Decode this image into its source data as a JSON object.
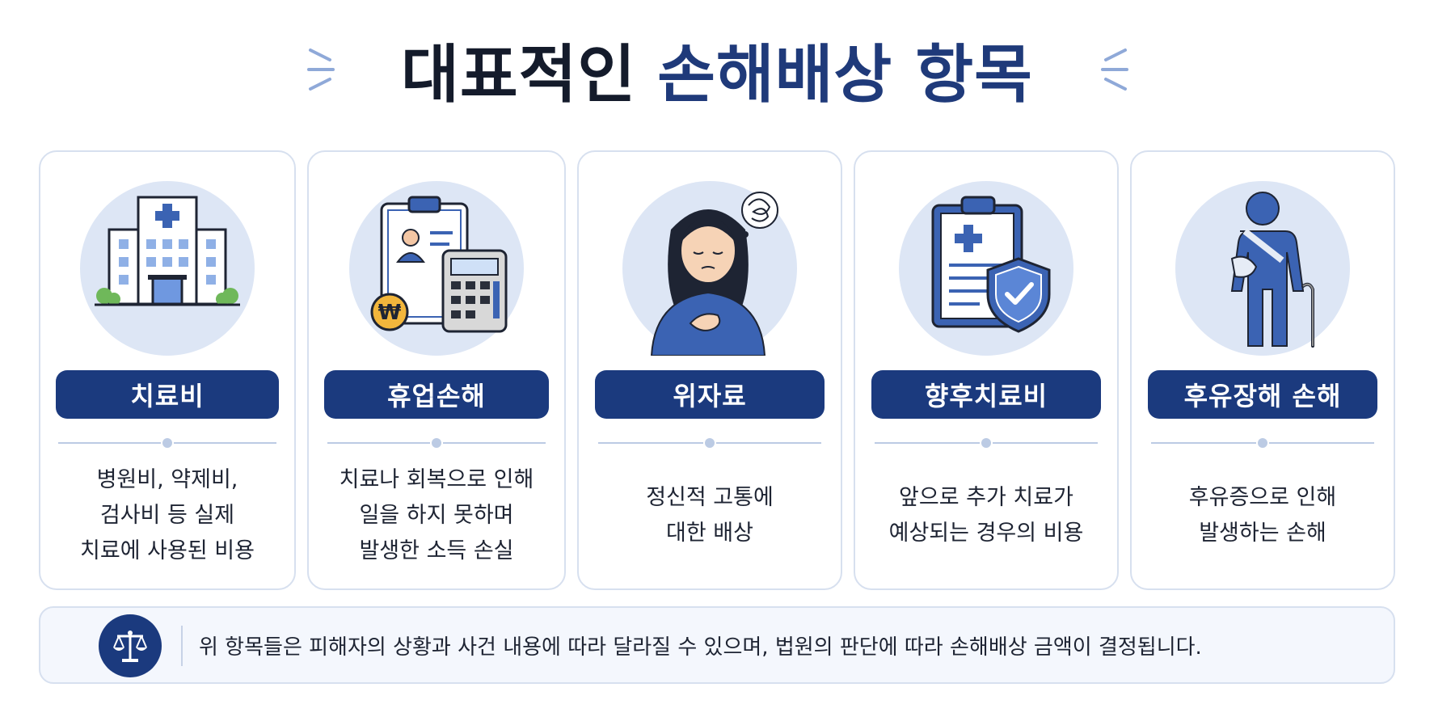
{
  "title": {
    "part1": "대표적인",
    "part2": "손해배상 항목"
  },
  "colors": {
    "accent": "#1b3a7e",
    "circle": "#dde6f5",
    "border": "#d7e0ef",
    "icon": "#3b63b3"
  },
  "cards": [
    {
      "label": "치료비",
      "description": "병원비, 약제비,\n검사비 등 실제\n치료에 사용된 비용",
      "icon": "hospital-icon"
    },
    {
      "label": "휴업손해",
      "description": "치료나 회복으로 인해\n일을 하지 못하며\n발생한 소득 손실",
      "icon": "clipboard-calculator-icon",
      "currency_symbol": "₩"
    },
    {
      "label": "위자료",
      "description": "정신적 고통에\n대한 배상",
      "icon": "distressed-woman-icon"
    },
    {
      "label": "향후치료비",
      "description": "앞으로 추가 치료가\n예상되는 경우의 비용",
      "icon": "medical-clipboard-shield-icon"
    },
    {
      "label": "후유장해 손해",
      "description": "후유증으로 인해\n발생하는 손해",
      "icon": "injured-person-cane-icon"
    }
  ],
  "footer": {
    "icon": "scales-of-justice-icon",
    "note": "위 항목들은 피해자의 상황과 사건 내용에 따라 달라질 수 있으며, 법원의 판단에 따라 손해배상 금액이 결정됩니다."
  }
}
